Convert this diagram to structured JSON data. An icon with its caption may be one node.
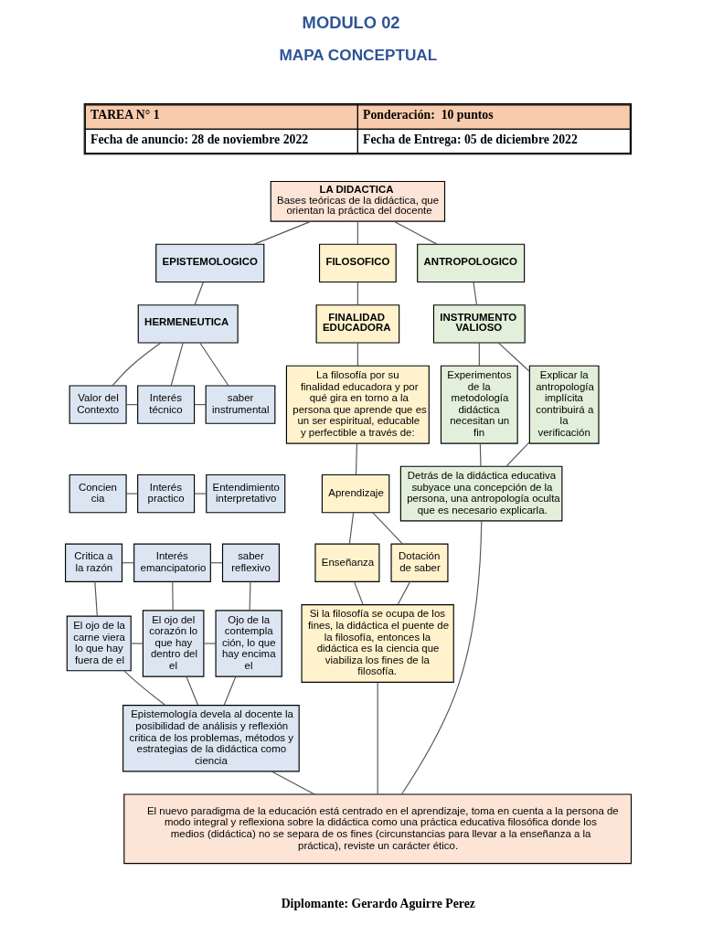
{
  "diagram": {
    "title": "MODULO 02",
    "nodes": [
      {
        "text": [
          "LA DIDACTICA",
          "Bases teóricas de la didáctica, que orientan la práctica del docente"
        ]
      },
      {
        "text": [
          "EPISTEMOLOGICO"
        ]
      },
      {
        "text": [
          "FILOSOFICO"
        ]
      },
      {
        "text": [
          "ANTROPOLOGICO"
        ]
      },
      {
        "text": [
          "HERMENEUTICA"
        ]
      },
      {
        "text": [
          "FINALIDAD EDUCADORA"
        ]
      },
      {
        "text": [
          "INSTRUMENTO VALIOSO"
        ]
      },
      {
        "text": [
          "Valor del Contexto"
        ]
      },
      {
        "text": [
          "Interés técnico"
        ]
      },
      {
        "text": [
          "saber instrumental"
        ]
      },
      {
        "text": [
          "Concien cia"
        ]
      },
      {
        "text": [
          "Interés practico"
        ]
      },
      {
        "text": [
          "Entendimiento interpretativo"
        ]
      },
      {
        "text": [
          "Critica a la razón"
        ]
      },
      {
        "text": [
          "Interés emancipatorio"
        ]
      },
      {
        "text": [
          "saber reflexivo"
        ]
      },
      {
        "text": [
          "El ojo de la carne viera lo que hay fuera de el"
        ]
      },
      {
        "text": [
          "El ojo del corazón lo que hay dentro del el"
        ]
      },
      {
        "text": [
          "Ojo de la contempla ción, lo que hay encima el"
        ]
      },
      {
        "text": [
          "Epistemología devela al docente la posibilidad de análisis y reflexión critica de los problemas, métodos y estrategias de la didáctica como ciencia"
        ]
      },
      {
        "text": [
          "La filosofía por su finalidad educadora y por qué gira en torno a la persona que aprende que es un ser espiritual, educable y perfectible a través de:"
        ]
      },
      {
        "text": [
          "Aprendizaje"
        ]
      },
      {
        "text": [
          "Enseñanza"
        ]
      },
      {
        "text": [
          "Dotación de saber"
        ]
      },
      {
        "text": [
          "Si la filosofía se ocupa de los fines, la didáctica el puente de la filosofía, entonces la didáctica es la ciencia que viabiliza los fines de la filosofía."
        ]
      },
      {
        "text": [
          "Experimentos de la metodología didáctica necesitan un fin"
        ]
      },
      {
        "text": [
          "Explicar la antropología implícita contribuirá a la verificación"
        ]
      },
      {
        "text": [
          "Detrás de la didáctica educativa subyace una concepción de la persona, una antropología oculta que es necesario explicarla."
        ]
      },
      {
        "text": [
          "El nuevo paradigma de la educación está centrado en el aprendizaje, toma en cuenta a la persona de modo integral y reflexiona sobre la didáctica como una práctica educativa filosófica donde los medios (didáctica) no se separa de os fines (circunstancias para llevar a la enseñanza a la práctica), reviste un carácter ético."
        ]
      }
    ],
    "edges": [
      {
        "from": 0,
        "to": 1,
        "arrow": "none"
      },
      {
        "from": 0,
        "to": 2,
        "arrow": "none"
      },
      {
        "from": 0,
        "to": 3,
        "arrow": "none"
      },
      {
        "from": 1,
        "to": 4,
        "arrow": "none"
      },
      {
        "from": 2,
        "to": 5,
        "arrow": "none"
      },
      {
        "from": 3,
        "to": 6,
        "arrow": "none"
      },
      {
        "from": 4,
        "to": 7,
        "arrow": "none"
      },
      {
        "from": 4,
        "to": 8,
        "arrow": "none"
      },
      {
        "from": 4,
        "to": 9,
        "arrow": "none"
      },
      {
        "from": 7,
        "to": 8,
        "arrow": "none"
      },
      {
        "from": 8,
        "to": 9,
        "arrow": "none"
      },
      {
        "from": 10,
        "to": 11,
        "arrow": "none"
      },
      {
        "from": 11,
        "to": 12,
        "arrow": "none"
      },
      {
        "from": 13,
        "to": 14,
        "arrow": "none"
      },
      {
        "from": 14,
        "to": 15,
        "arrow": "none"
      },
      {
        "from": 13,
        "to": 16,
        "arrow": "none"
      },
      {
        "from": 14,
        "to": 17,
        "arrow": "none"
      },
      {
        "from": 15,
        "to": 18,
        "arrow": "none"
      },
      {
        "from": 16,
        "to": 17,
        "arrow": "none"
      },
      {
        "from": 17,
        "to": 18,
        "arrow": "none"
      },
      {
        "from": 16,
        "to": 19,
        "arrow": "none"
      },
      {
        "from": 17,
        "to": 19,
        "arrow": "none"
      },
      {
        "from": 18,
        "to": 19,
        "arrow": "none"
      },
      {
        "from": 5,
        "to": 20,
        "arrow": "none"
      },
      {
        "from": 20,
        "to": 21,
        "arrow": "none"
      },
      {
        "from": 21,
        "to": 22,
        "arrow": "none"
      },
      {
        "from": 21,
        "to": 23,
        "arrow": "none"
      },
      {
        "from": 22,
        "to": 24,
        "arrow": "none"
      },
      {
        "from": 23,
        "to": 24,
        "arrow": "none"
      },
      {
        "from": 6,
        "to": 25,
        "arrow": "none"
      },
      {
        "from": 6,
        "to": 26,
        "arrow": "none"
      },
      {
        "from": 25,
        "to": 27,
        "arrow": "none"
      },
      {
        "from": 26,
        "to": 27,
        "arrow": "none"
      },
      {
        "from": 19,
        "to": 28,
        "arrow": "none"
      },
      {
        "from": 24,
        "to": 28,
        "arrow": "none"
      },
      {
        "from": 27,
        "to": 28,
        "arrow": "none"
      }
    ],
    "labels": [
      "MAPA CONCEPTUAL",
      "TAREA N° 1",
      "Ponderación:  10 puntos",
      "Fecha de anuncio: 28 de noviembre 2022",
      "Fecha de Entrega: 05 de diciembre 2022",
      "Diplomante: Gerardo Aguirre Perez"
    ]
  }
}
